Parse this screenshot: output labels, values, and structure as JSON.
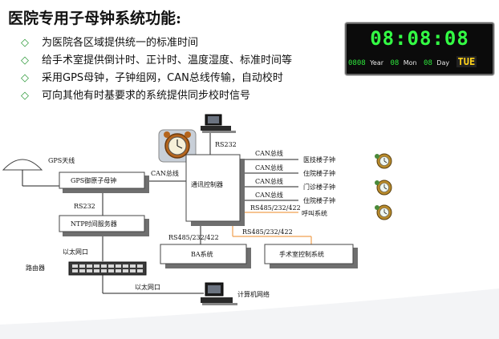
{
  "title": "医院专用子母钟系统功能:",
  "bullet_symbol": "◇",
  "bullets": [
    "为医院各区域提供统一的标准时间",
    "给手术室提供倒计时、正计时、温度湿度、标准时间等",
    "采用GPS母钟，子钟组网，CAN总线传输，自动校时",
    "可向其他有时基要求的系统提供同步校时信号"
  ],
  "clock_display": {
    "time": "08:08:08",
    "year_value": "0808",
    "year_label": "Year",
    "month_value": "08",
    "month_label": "Mon",
    "day_value": "08",
    "day_label": "Day",
    "weekday": "TUE"
  },
  "diagram": {
    "gps_antenna": "GPS天线",
    "gps_master": "GPS御原子母钟",
    "can_bus_in": "CAN总线",
    "rs232_left": "RS232",
    "ntp_server": "NTP时间服务器",
    "ethernet_1": "以太网口",
    "router": "路由器",
    "ethernet_2": "以太网口",
    "computer_network": "计算机网络",
    "rs232_top": "RS232",
    "controller": "通讯控制器",
    "can_labels": [
      "CAN总线",
      "CAN总线",
      "CAN总线",
      "CAN总线"
    ],
    "branches": [
      "医技楼子钟",
      "住院楼子钟",
      "门诊楼子钟",
      "住院楼子钟"
    ],
    "rs485_right": "RS485/232/422",
    "call_system": "呼叫系统",
    "rs485_bottom_left": "RS485/232/422",
    "rs485_bottom_right": "RS485/232/422",
    "ba_system": "BA系统",
    "or_control": "手术室控制系统"
  },
  "colors": {
    "accent_green": "#2e9a3a",
    "led_green": "#33ff44",
    "led_yellow": "#ffd21a",
    "orange_line": "#f0a050"
  }
}
